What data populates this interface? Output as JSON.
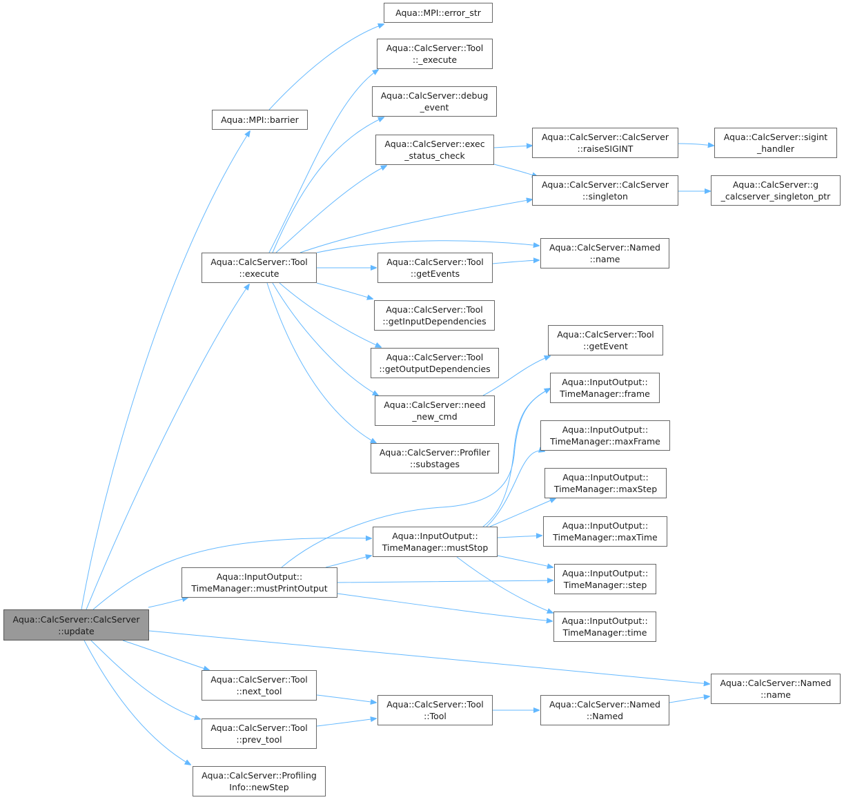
{
  "colors": {
    "edge": "#63b8ff",
    "node_border": "#666666",
    "root_fill": "#999999"
  },
  "nodes": [
    {
      "id": "update",
      "root": true,
      "lines": [
        "Aqua::CalcServer::CalcServer",
        "::update"
      ]
    },
    {
      "id": "barrier",
      "lines": [
        "Aqua::MPI::barrier"
      ]
    },
    {
      "id": "error_str",
      "lines": [
        "Aqua::MPI::error_str"
      ]
    },
    {
      "id": "execute",
      "lines": [
        "Aqua::CalcServer::Tool",
        "::execute"
      ]
    },
    {
      "id": "_execute",
      "lines": [
        "Aqua::CalcServer::Tool",
        "::_execute"
      ]
    },
    {
      "id": "debug_event",
      "lines": [
        "Aqua::CalcServer::debug",
        "_event"
      ]
    },
    {
      "id": "exec_status",
      "lines": [
        "Aqua::CalcServer::exec",
        "_status_check"
      ]
    },
    {
      "id": "raiseSIGINT",
      "lines": [
        "Aqua::CalcServer::CalcServer",
        "::raiseSIGINT"
      ]
    },
    {
      "id": "sigint",
      "lines": [
        "Aqua::CalcServer::sigint",
        "_handler"
      ]
    },
    {
      "id": "singleton",
      "lines": [
        "Aqua::CalcServer::CalcServer",
        "::singleton"
      ]
    },
    {
      "id": "g_singleton",
      "lines": [
        "Aqua::CalcServer::g",
        "_calcserver_singleton_ptr"
      ]
    },
    {
      "id": "name1",
      "lines": [
        "Aqua::CalcServer::Named",
        "::name"
      ]
    },
    {
      "id": "getEvents",
      "lines": [
        "Aqua::CalcServer::Tool",
        "::getEvents"
      ]
    },
    {
      "id": "getInputDeps",
      "lines": [
        "Aqua::CalcServer::Tool",
        "::getInputDependencies"
      ]
    },
    {
      "id": "getOutputDeps",
      "lines": [
        "Aqua::CalcServer::Tool",
        "::getOutputDependencies"
      ]
    },
    {
      "id": "getEvent",
      "lines": [
        "Aqua::CalcServer::Tool",
        "::getEvent"
      ]
    },
    {
      "id": "need_new_cmd",
      "lines": [
        "Aqua::CalcServer::need",
        "_new_cmd"
      ]
    },
    {
      "id": "frame",
      "lines": [
        "Aqua::InputOutput::",
        "TimeManager::frame"
      ]
    },
    {
      "id": "substages",
      "lines": [
        "Aqua::CalcServer::Profiler",
        "::substages"
      ]
    },
    {
      "id": "maxFrame",
      "lines": [
        "Aqua::InputOutput::",
        "TimeManager::maxFrame"
      ]
    },
    {
      "id": "maxStep",
      "lines": [
        "Aqua::InputOutput::",
        "TimeManager::maxStep"
      ]
    },
    {
      "id": "mustStop",
      "lines": [
        "Aqua::InputOutput::",
        "TimeManager::mustStop"
      ]
    },
    {
      "id": "maxTime",
      "lines": [
        "Aqua::InputOutput::",
        "TimeManager::maxTime"
      ]
    },
    {
      "id": "mustPrintOutput",
      "lines": [
        "Aqua::InputOutput::",
        "TimeManager::mustPrintOutput"
      ]
    },
    {
      "id": "step",
      "lines": [
        "Aqua::InputOutput::",
        "TimeManager::step"
      ]
    },
    {
      "id": "time",
      "lines": [
        "Aqua::InputOutput::",
        "TimeManager::time"
      ]
    },
    {
      "id": "name2",
      "lines": [
        "Aqua::CalcServer::Named",
        "::name"
      ]
    },
    {
      "id": "next_tool",
      "lines": [
        "Aqua::CalcServer::Tool",
        "::next_tool"
      ]
    },
    {
      "id": "tool_ctor",
      "lines": [
        "Aqua::CalcServer::Tool",
        "::Tool"
      ]
    },
    {
      "id": "named_ctor",
      "lines": [
        "Aqua::CalcServer::Named",
        "::Named"
      ]
    },
    {
      "id": "prev_tool",
      "lines": [
        "Aqua::CalcServer::Tool",
        "::prev_tool"
      ]
    },
    {
      "id": "newStep",
      "lines": [
        "Aqua::CalcServer::Profiling",
        "Info::newStep"
      ]
    }
  ],
  "edges": [
    {
      "from": "update",
      "to": "barrier"
    },
    {
      "from": "barrier",
      "to": "error_str"
    },
    {
      "from": "update",
      "to": "execute"
    },
    {
      "from": "execute",
      "to": "_execute"
    },
    {
      "from": "execute",
      "to": "debug_event"
    },
    {
      "from": "execute",
      "to": "exec_status"
    },
    {
      "from": "exec_status",
      "to": "raiseSIGINT"
    },
    {
      "from": "raiseSIGINT",
      "to": "sigint"
    },
    {
      "from": "exec_status",
      "to": "singleton"
    },
    {
      "from": "singleton",
      "to": "g_singleton"
    },
    {
      "from": "execute",
      "to": "singleton"
    },
    {
      "from": "execute",
      "to": "name1"
    },
    {
      "from": "execute",
      "to": "getEvents"
    },
    {
      "from": "getEvents",
      "to": "name1"
    },
    {
      "from": "execute",
      "to": "getInputDeps"
    },
    {
      "from": "execute",
      "to": "getOutputDeps"
    },
    {
      "from": "execute",
      "to": "need_new_cmd"
    },
    {
      "from": "need_new_cmd",
      "to": "getEvent"
    },
    {
      "from": "execute",
      "to": "substages"
    },
    {
      "from": "update",
      "to": "mustStop"
    },
    {
      "from": "update",
      "to": "mustPrintOutput"
    },
    {
      "from": "mustPrintOutput",
      "to": "frame"
    },
    {
      "from": "mustPrintOutput",
      "to": "mustStop"
    },
    {
      "from": "mustPrintOutput",
      "to": "step"
    },
    {
      "from": "mustPrintOutput",
      "to": "time"
    },
    {
      "from": "mustStop",
      "to": "frame"
    },
    {
      "from": "mustStop",
      "to": "maxFrame"
    },
    {
      "from": "mustStop",
      "to": "maxStep"
    },
    {
      "from": "mustStop",
      "to": "maxTime"
    },
    {
      "from": "mustStop",
      "to": "step"
    },
    {
      "from": "mustStop",
      "to": "time"
    },
    {
      "from": "update",
      "to": "name2"
    },
    {
      "from": "update",
      "to": "next_tool"
    },
    {
      "from": "update",
      "to": "prev_tool"
    },
    {
      "from": "update",
      "to": "newStep"
    },
    {
      "from": "next_tool",
      "to": "tool_ctor"
    },
    {
      "from": "prev_tool",
      "to": "tool_ctor"
    },
    {
      "from": "tool_ctor",
      "to": "named_ctor"
    },
    {
      "from": "named_ctor",
      "to": "name2"
    }
  ]
}
